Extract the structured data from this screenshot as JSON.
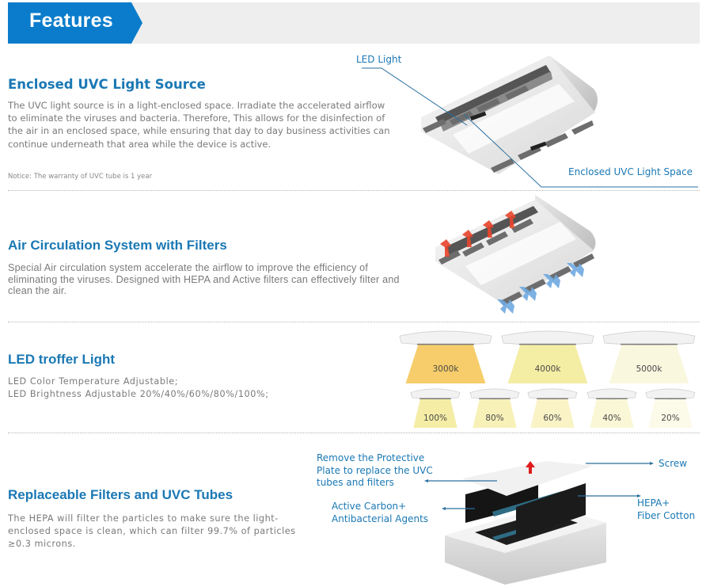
{
  "banner": {
    "title": "Features",
    "accent_color": "#0a7ccb"
  },
  "sections": [
    {
      "heading": "Enclosed UVC Light Source",
      "body_lines": [
        "The UVC light source is in a light-enclosed space. Irradiate the accelerated airflow",
        "to eliminate the viruses and bacteria. Therefore, This allows for the disinfection of",
        "the air in an enclosed space, while ensuring that day to day business activities can",
        "continue underneath that area while the device is active."
      ],
      "notice": "Notice:  The warranty of UVC tube is 1 year",
      "callouts": [
        "LED Light",
        "Enclosed UVC Light Space"
      ]
    },
    {
      "heading": "Air Circulation System with Filters",
      "body_lines": [
        "Special Air circulation system accelerate the airflow to improve the efficiency of",
        "eliminating the viruses. Designed with HEPA and Active filters can effectively filter and",
        "clean the air."
      ]
    },
    {
      "heading": "LED troffer Light",
      "body_lines": [
        "LED Color Temperature Adjustable;",
        "LED Brightness Adjustable 20%/40%/60%/80%/100%;"
      ],
      "color_temperatures": [
        {
          "label": "3000k",
          "color": "#f5c85a"
        },
        {
          "label": "4000k",
          "color": "#f3eb9a"
        },
        {
          "label": "5000k",
          "color": "#faf6dc"
        }
      ],
      "brightness_levels": [
        {
          "label": "100%",
          "color": "#f4eb9c"
        },
        {
          "label": "80%",
          "color": "#f6efb0"
        },
        {
          "label": "60%",
          "color": "#f8f2c0"
        },
        {
          "label": "40%",
          "color": "#faf6d2"
        },
        {
          "label": "20%",
          "color": "#fcfae6"
        }
      ]
    },
    {
      "heading": "Replaceable Filters and UVC Tubes",
      "body_lines": [
        "The HEPA will filter the particles to make sure the light-",
        "enclosed space is clean, which can filter 99.7% of particles",
        "≥0.3 microns."
      ],
      "callouts": {
        "plate": [
          "Remove the Protective",
          "Plate to replace the UVC",
          "tubes and filters"
        ],
        "screw": "Screw",
        "carbon": [
          "Active Carbon+",
          "Antibacterial Agents"
        ],
        "hepa": [
          "HEPA+",
          "Fiber Cotton"
        ]
      }
    }
  ]
}
